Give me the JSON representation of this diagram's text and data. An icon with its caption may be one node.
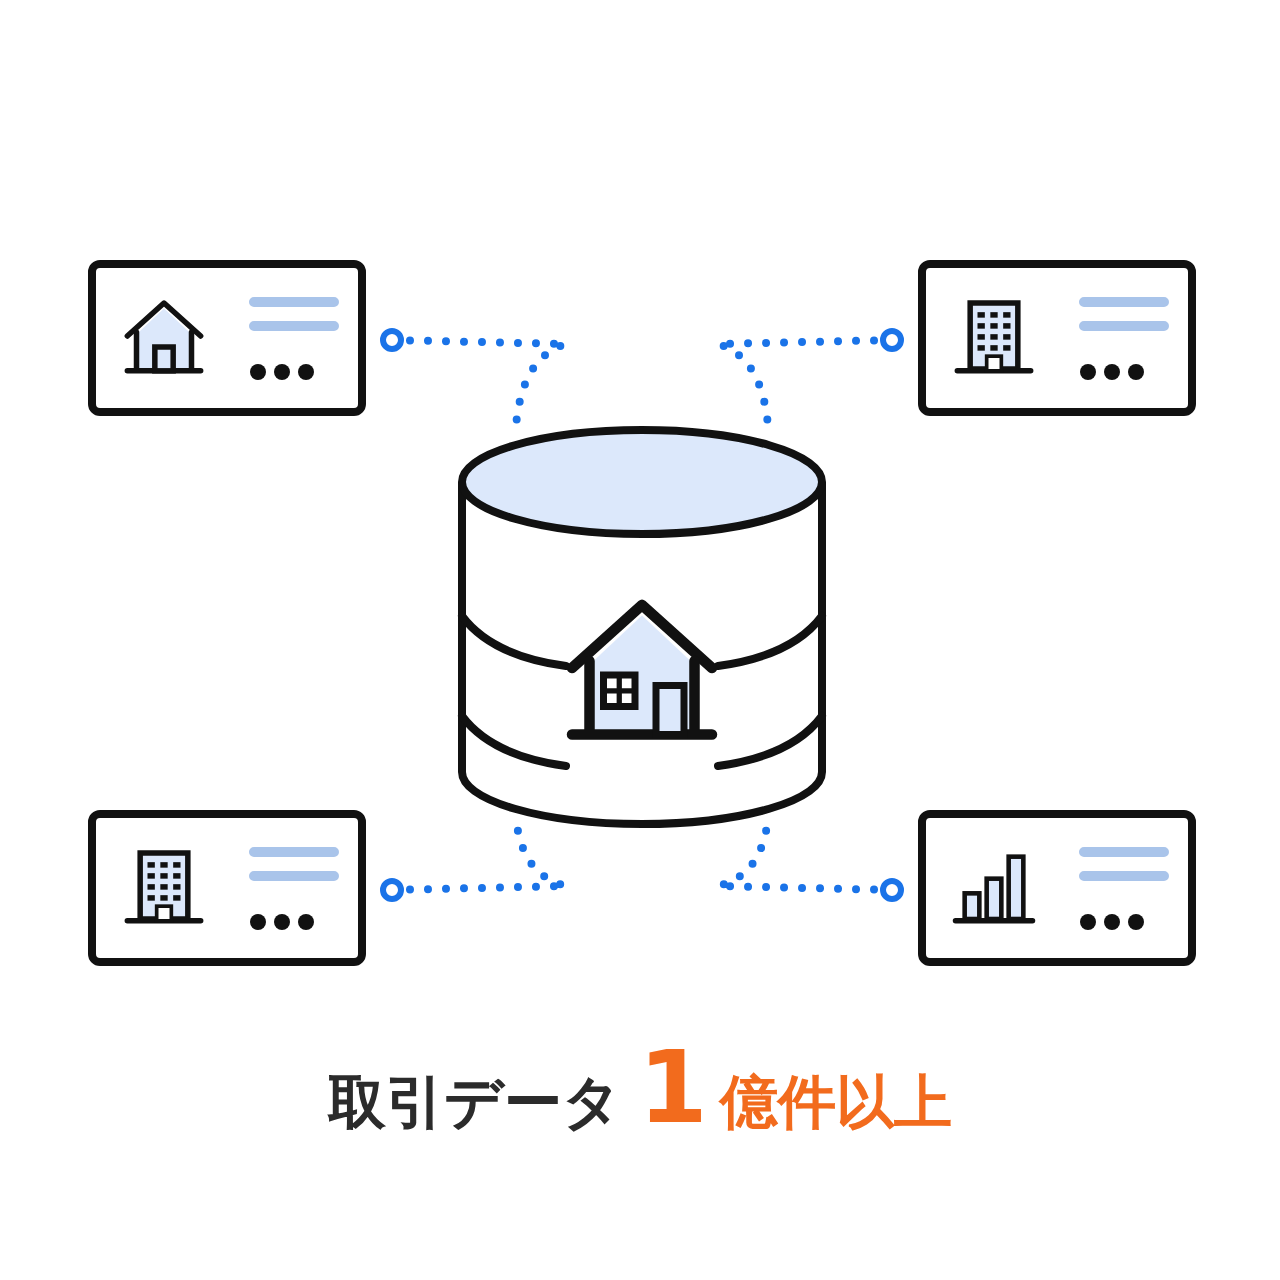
{
  "diagram": {
    "nodes": [
      {
        "text": [],
        "shape": "cylinder"
      },
      {
        "text": [],
        "shape": "box"
      },
      {
        "text": [],
        "shape": "box"
      },
      {
        "text": [],
        "shape": "box"
      },
      {
        "text": [],
        "shape": "box"
      }
    ],
    "edges": [
      {
        "from": 1,
        "to": 0,
        "arrow": "other"
      },
      {
        "from": 2,
        "to": 0,
        "arrow": "other"
      },
      {
        "from": 3,
        "to": 0,
        "arrow": "other"
      },
      {
        "from": 4,
        "to": 0,
        "arrow": "other"
      }
    ],
    "labels": [
      "取引データ",
      "1",
      "億件以上"
    ]
  }
}
